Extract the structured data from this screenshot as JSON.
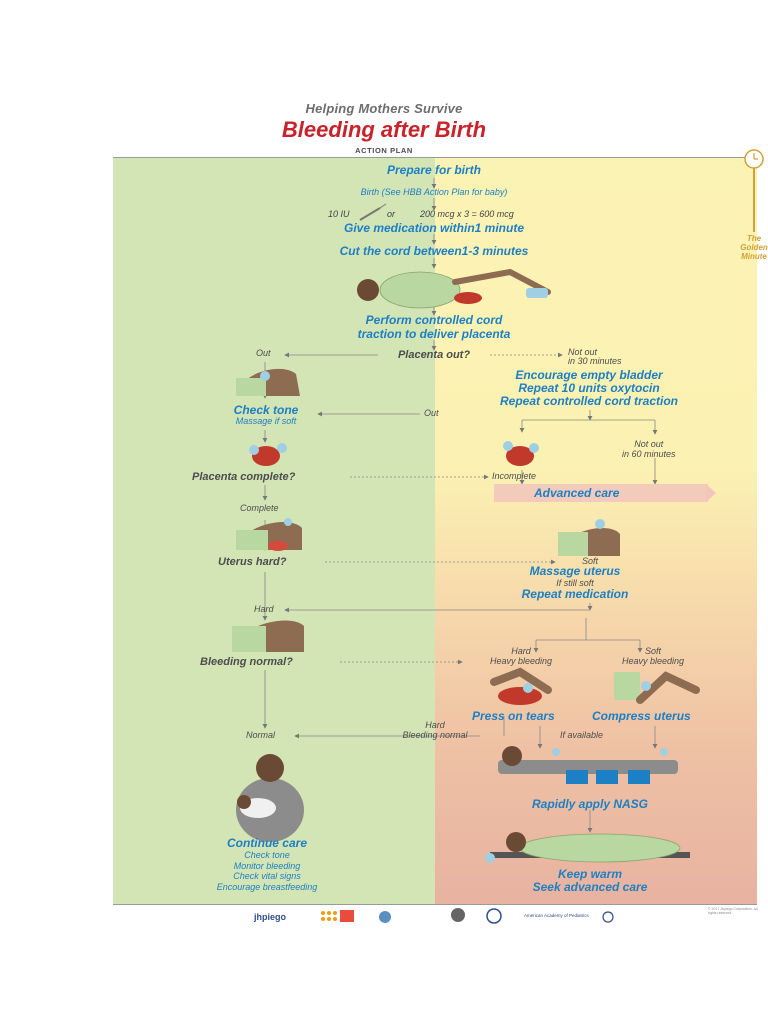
{
  "header": {
    "subtitle": "Helping Mothers Survive",
    "title": "Bleeding after Birth",
    "plan": "ACTION PLAN"
  },
  "golden_minute": {
    "line1": "The",
    "line2": "Golden",
    "line3": "Minute"
  },
  "steps": {
    "prepare": "Prepare for birth",
    "birth": "Birth (See HBB Action Plan for baby)",
    "dose_a": "10 IU",
    "dose_b": "or",
    "dose_c": "200 mcg x 3 = 600 mcg",
    "give_med": "Give medication within1 minute",
    "cut_cord": "Cut the cord between1-3 minutes",
    "traction_1": "Perform controlled cord",
    "traction_2": "traction to deliver placenta",
    "placenta_out": "Placenta out?",
    "out_1": "Out",
    "not_out_30_a": "Not out",
    "not_out_30_b": "in 30 minutes",
    "encourage": "Encourage empty bladder",
    "repeat_oxy": "Repeat 10 units oxytocin",
    "repeat_traction": "Repeat controlled cord traction",
    "out_2": "Out",
    "check_tone": "Check tone",
    "massage_if_soft": "Massage if soft",
    "not_out_60_a": "Not out",
    "not_out_60_b": "in 60 minutes",
    "placenta_complete": "Placenta complete?",
    "incomplete": "Incomplete",
    "advanced_care": "Advanced care",
    "complete": "Complete",
    "uterus_hard": "Uterus hard?",
    "soft_1": "Soft",
    "massage_uterus": "Massage uterus",
    "if_still_soft": "If still soft",
    "repeat_med": "Repeat medication",
    "hard_1": "Hard",
    "hard_2": "Hard",
    "heavy_bleeding_1": "Heavy bleeding",
    "soft_2": "Soft",
    "heavy_bleeding_2": "Heavy bleeding",
    "bleeding_normal_q": "Bleeding normal?",
    "press_tears": "Press on tears",
    "compress_uterus": "Compress uterus",
    "normal": "Normal",
    "hard_3": "Hard",
    "bleeding_normal": "Bleeding normal",
    "if_available": "If available",
    "nasg": "Rapidly apply NASG",
    "continue_care": "Continue care",
    "cc_1": "Check tone",
    "cc_2": "Monitor bleeding",
    "cc_3": "Check vital signs",
    "cc_4": "Encourage breastfeeding",
    "keep_warm": "Keep warm",
    "seek_advanced": "Seek advanced care"
  },
  "footer": {
    "logo_1": "jhpiego",
    "logo_6": "American Academy of Pediatrics",
    "copyright": "© 2017 Jhpiego Corporation. All rights reserved."
  },
  "colors": {
    "green_panel": "#d3e4b5",
    "yellow_panel": "#fbf3b4",
    "pink_panel": "#e8b3a1",
    "blue_text": "#1d7fc4",
    "title_red": "#c8222a",
    "gold": "#d3a139"
  }
}
